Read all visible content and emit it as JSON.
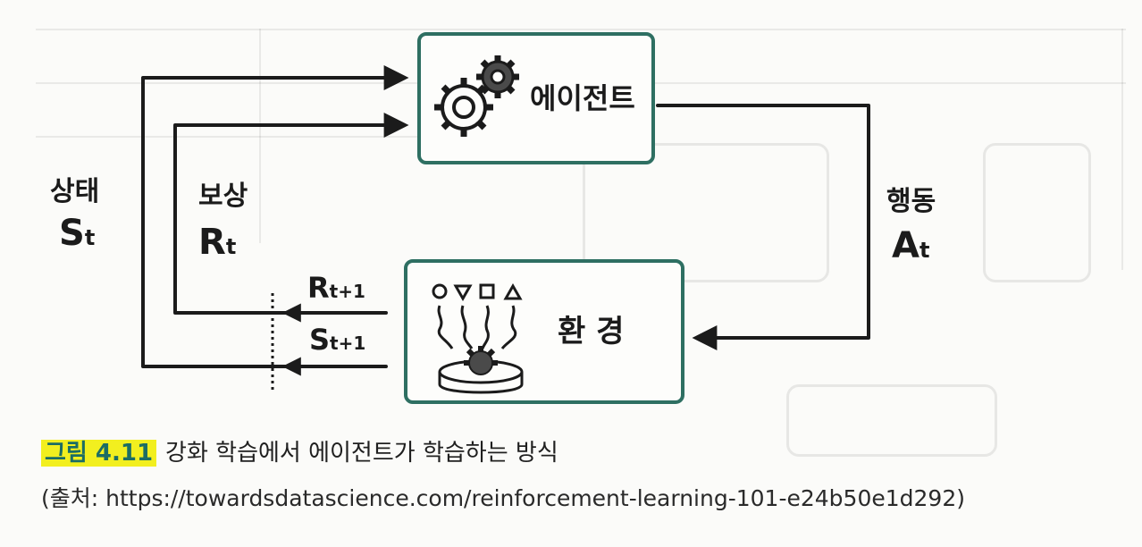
{
  "agent_label": "에이전트",
  "environment_label": "환 경",
  "state_label": "상태",
  "state_symbol": "S",
  "state_subscript": "t",
  "reward_label": "보상",
  "reward_symbol": "R",
  "reward_subscript": "t",
  "action_label": "행동",
  "action_symbol": "A",
  "action_subscript": "t",
  "next_reward_symbol": "R",
  "next_reward_subscript": "t+1",
  "next_state_symbol": "S",
  "next_state_subscript": "t+1",
  "figure_number": "그림 4.11",
  "figure_title": "강화 학습에서 에이전트가 학습하는 방식",
  "source": "(출처: https://towardsdatascience.com/reinforcement-learning-101-e24b50e1d292)",
  "colors": {
    "box_border": "#2e6f62",
    "highlight": "#f2ef1f",
    "figure_number": "#1c6d64"
  }
}
